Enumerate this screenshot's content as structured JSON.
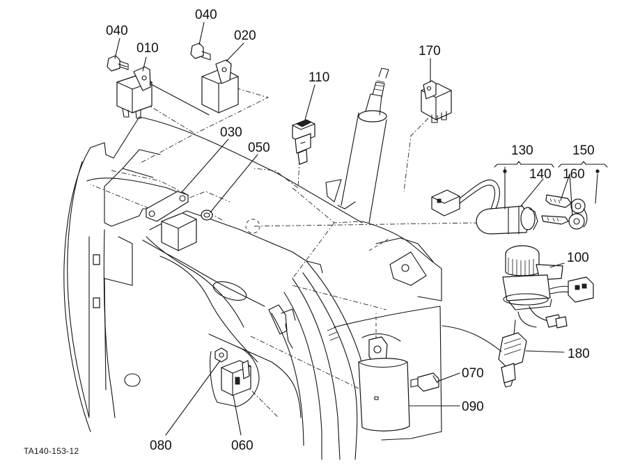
{
  "drawing_code": "TA140-153-12",
  "callouts": {
    "c010": "010",
    "c020": "020",
    "c030": "030",
    "c040a": "040",
    "c040b": "040",
    "c050": "050",
    "c060": "060",
    "c070": "070",
    "c080": "080",
    "c090": "090",
    "c100": "100",
    "c110": "110",
    "c130": "130",
    "c140": "140",
    "c150": "150",
    "c160": "160",
    "c170": "170",
    "c180": "180"
  }
}
